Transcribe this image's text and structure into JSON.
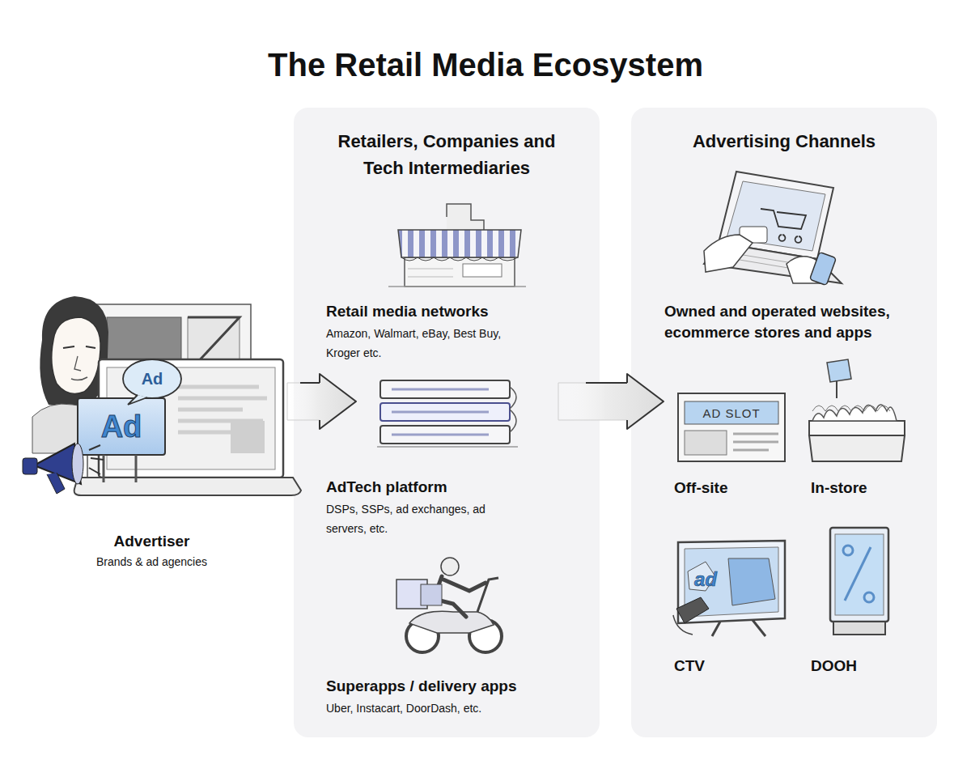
{
  "diagram": {
    "title": "The Retail Media Ecosystem",
    "nodes": [
      {
        "text": [
          "Advertiser",
          "Brands & ad agencies"
        ]
      },
      {
        "text": [
          "Retailers, Companies and Tech Intermediaries"
        ]
      },
      {
        "text": [
          "Retail media networks",
          "Amazon, Walmart, eBay, Best Buy, Kroger etc."
        ],
        "in": 1
      },
      {
        "text": [
          "AdTech platform",
          "DSPs, SSPs, ad exchanges, ad servers, etc."
        ],
        "in": 1
      },
      {
        "text": [
          "Superapps / delivery apps",
          "Uber, Instacart, DoorDash, etc."
        ],
        "in": 1
      },
      {
        "text": [
          "Advertising Channels"
        ]
      },
      {
        "text": [
          "Owned and operated websites, ecommerce stores and apps"
        ],
        "in": 5
      },
      {
        "text": [
          "Off-site"
        ],
        "in": 5
      },
      {
        "text": [
          "In-store"
        ],
        "in": 5
      },
      {
        "text": [
          "CTV"
        ],
        "in": 5
      },
      {
        "text": [
          "DOOH"
        ],
        "in": 5
      }
    ],
    "edges": [
      {
        "from": 0,
        "to": 1,
        "arrow": "to"
      },
      {
        "from": 1,
        "to": 5,
        "arrow": "to"
      }
    ],
    "labels": [
      "Ad",
      "Ad",
      "AD SLOT",
      "ad"
    ]
  }
}
